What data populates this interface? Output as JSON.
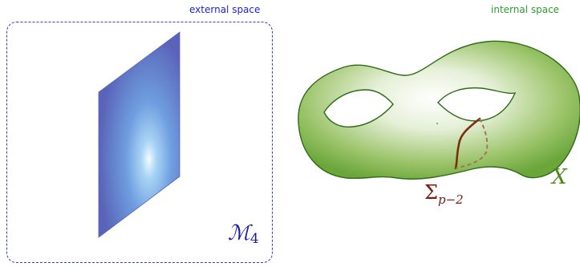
{
  "panels": {
    "external": {
      "title": "external space",
      "manifold_label": "ℳ",
      "manifold_sub": "4"
    },
    "internal": {
      "title": "internal space",
      "space_label": "X",
      "cycle_label": "Σ",
      "cycle_sub": "p−2"
    }
  },
  "colors": {
    "external_title": "#1f1fd6",
    "internal_title": "#2f9a2f",
    "frame": "#3b3bd6",
    "plane_edge": "#5a62b8",
    "plane_glow": "#e8f6ff",
    "surface_fill_dark": "#5f9e2e",
    "surface_fill_light": "#ffffff",
    "surface_edge": "#2e6b16",
    "cycle_solid": "#7a2e0e",
    "cycle_dashed": "#9a7a5a"
  }
}
